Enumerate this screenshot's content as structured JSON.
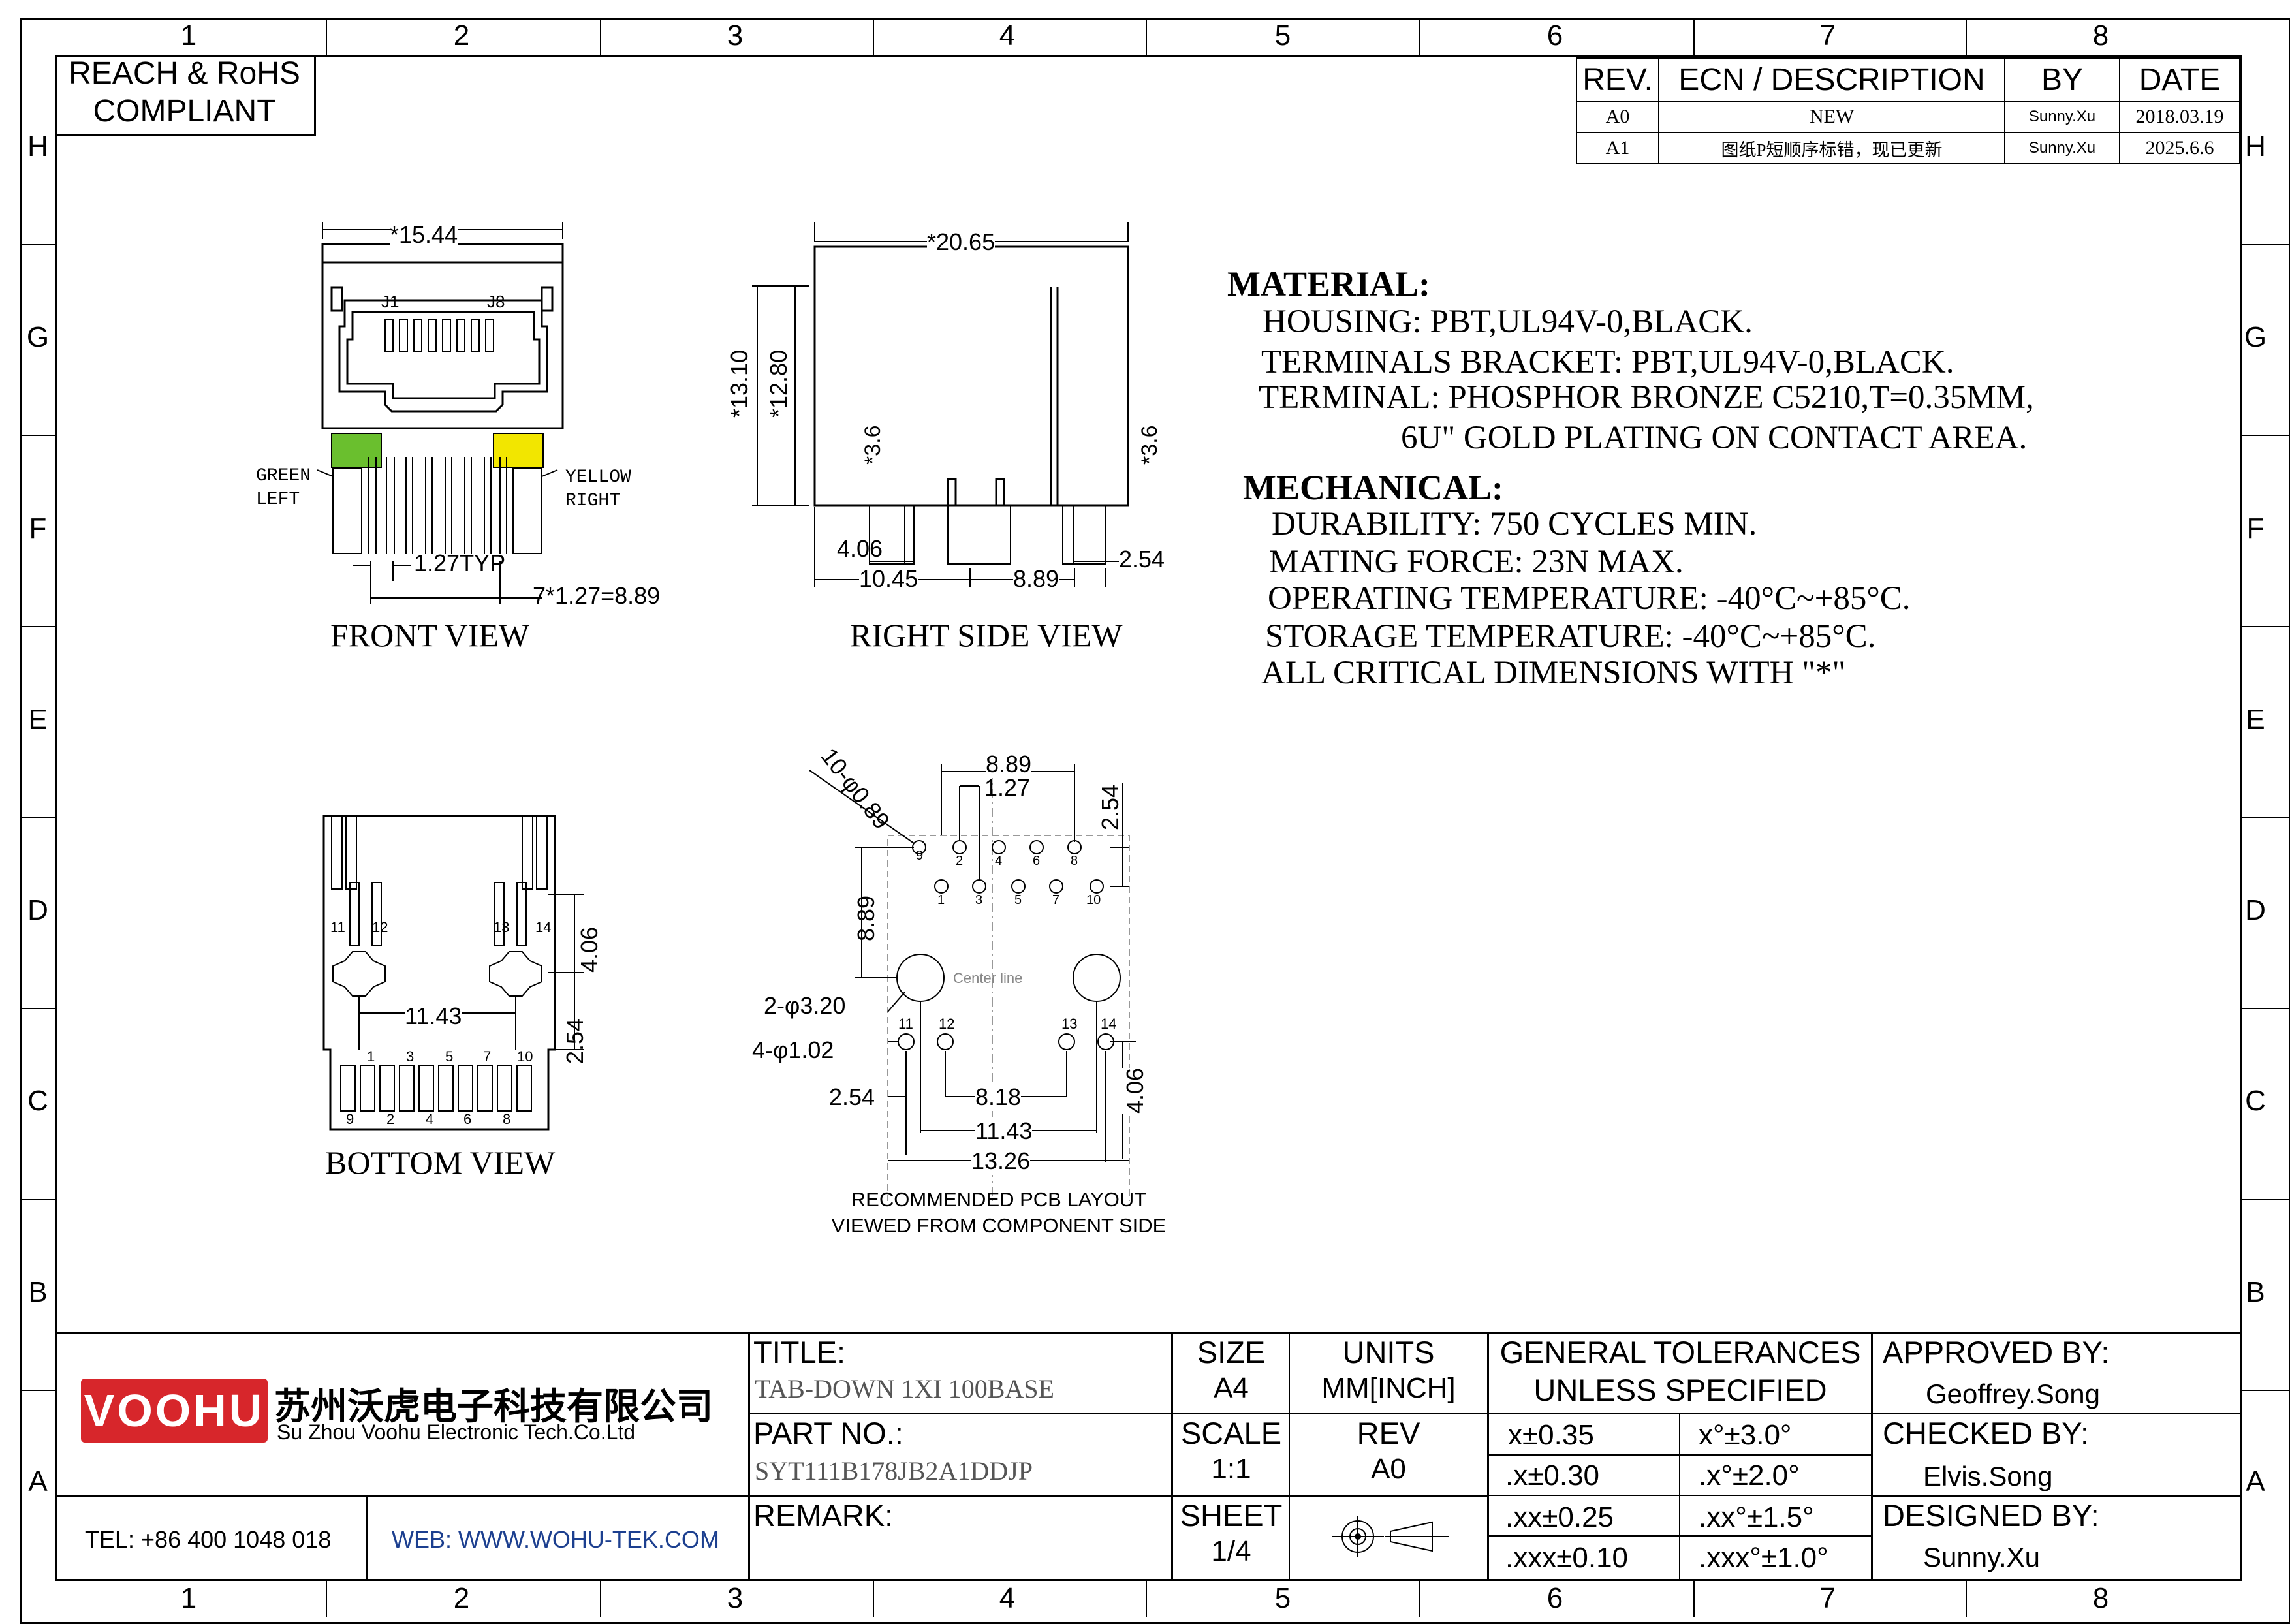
{
  "zones": {
    "columns": [
      "1",
      "2",
      "3",
      "4",
      "5",
      "6",
      "7",
      "8"
    ],
    "rows": [
      "H",
      "G",
      "F",
      "E",
      "D",
      "C",
      "B",
      "A"
    ]
  },
  "compliance": {
    "line1": "REACH & RoHS",
    "line2": "COMPLIANT"
  },
  "revision_table": {
    "headers": {
      "rev": "REV.",
      "desc": "ECN / DESCRIPTION",
      "by": "BY",
      "date": "DATE"
    },
    "rows": [
      {
        "rev": "A0",
        "desc": "NEW",
        "by": "Sunny.Xu",
        "date": "2018.03.19"
      },
      {
        "rev": "A1",
        "desc": "图纸P短顺序标错，现已更新",
        "by": "Sunny.Xu",
        "date": "2025.6.6"
      }
    ]
  },
  "views": {
    "front": {
      "title": "FRONT VIEW",
      "dims": {
        "width": "*15.44",
        "pitch": "1.27TYP",
        "span": "7*1.27=8.89"
      },
      "labels": {
        "j1": "J1",
        "j8": "J8",
        "green": "GREEN",
        "left": "LEFT",
        "yellow": "YELLOW",
        "right": "RIGHT"
      },
      "led_colors": {
        "green": "#6abf2e",
        "yellow": "#f2e600"
      }
    },
    "right_side": {
      "title": "RIGHT SIDE VIEW",
      "dims": {
        "width": "*20.65",
        "h1": "*13.10",
        "h2": "*12.80",
        "pin_left": "*3.6",
        "pin_right": "*3.6",
        "d406": "4.06",
        "d1045": "10.45",
        "d889": "8.89",
        "d254": "2.54"
      }
    },
    "bottom": {
      "title": "BOTTOM VIEW",
      "dims": {
        "d406": "4.06",
        "d1143": "11.43",
        "d254": "2.54"
      },
      "pins_top": [
        "11",
        "12",
        "13",
        "14"
      ],
      "pins_row1": [
        "1",
        "3",
        "5",
        "7",
        "10"
      ],
      "pins_row2": [
        "9",
        "2",
        "4",
        "6",
        "8"
      ]
    },
    "pcb": {
      "title1": "RECOMMENDED PCB LAYOUT",
      "title2": "VIEWED FROM COMPONENT SIDE",
      "dims": {
        "d889top": "8.89",
        "d127": "1.27",
        "d254top": "2.54",
        "holes10": "10-φ0.89",
        "d889side": "8.89",
        "holes2": "2-φ3.20",
        "holes4": "4-φ1.02",
        "d254": "2.54",
        "d818": "8.18",
        "d1143": "11.43",
        "d1326": "13.26",
        "d406": "4.06",
        "center": "Center line"
      },
      "pins_row_a": [
        "9",
        "2",
        "4",
        "6",
        "8"
      ],
      "pins_row_b": [
        "1",
        "3",
        "5",
        "7",
        "10"
      ],
      "pins_mount": [
        "11",
        "12",
        "13",
        "14"
      ]
    }
  },
  "notes": {
    "material_heading": "MATERIAL:",
    "material": [
      "HOUSING: PBT,UL94V-0,BLACK.",
      "TERMINALS BRACKET: PBT,UL94V-0,BLACK.",
      "TERMINAL: PHOSPHOR BRONZE C5210,T=0.35MM,",
      "6U\" GOLD PLATING ON CONTACT AREA."
    ],
    "mechanical_heading": "MECHANICAL:",
    "mechanical": [
      "DURABILITY: 750 CYCLES MIN.",
      "MATING FORCE: 23N MAX.",
      "OPERATING TEMPERATURE: -40°C~+85°C.",
      "STORAGE TEMPERATURE: -40°C~+85°C.",
      "ALL CRITICAL DIMENSIONS WITH \"*\""
    ]
  },
  "title_block": {
    "logo": {
      "brand": "VOOHU",
      "cn": "苏州沃虎电子科技有限公司",
      "en": "Su Zhou Voohu Electronic Tech.Co.Ltd",
      "color": "#d7262b"
    },
    "tel": "TEL: +86 400 1048 018",
    "web": "WEB: WWW.WOHU-TEK.COM",
    "title_label": "TITLE:",
    "title_value": "TAB-DOWN 1XI 100BASE",
    "part_label": "PART NO.:",
    "part_value": "SYT111B178JB2A1DDJP",
    "remark_label": "REMARK:",
    "size_label": "SIZE",
    "size_value": "A4",
    "units_label": "UNITS",
    "units_value": "MM[INCH]",
    "scale_label": "SCALE",
    "scale_value": "1:1",
    "rev_label": "REV",
    "rev_value": "A0",
    "sheet_label": "SHEET",
    "sheet_value": "1/4",
    "tol_heading1": "GENERAL TOLERANCES",
    "tol_heading2": "UNLESS SPECIFIED",
    "tolerances": [
      {
        "lin": "x±0.35",
        "ang": "x°±3.0°"
      },
      {
        "lin": ".x±0.30",
        "ang": ".x°±2.0°"
      },
      {
        "lin": ".xx±0.25",
        "ang": ".xx°±1.5°"
      },
      {
        "lin": ".xxx±0.10",
        "ang": ".xxx°±1.0°"
      }
    ],
    "approved_label": "APPROVED BY:",
    "approved_value": "Geoffrey.Song",
    "checked_label": "CHECKED BY:",
    "checked_value": "Elvis.Song",
    "designed_label": "DESIGNED BY:",
    "designed_value": "Sunny.Xu"
  }
}
